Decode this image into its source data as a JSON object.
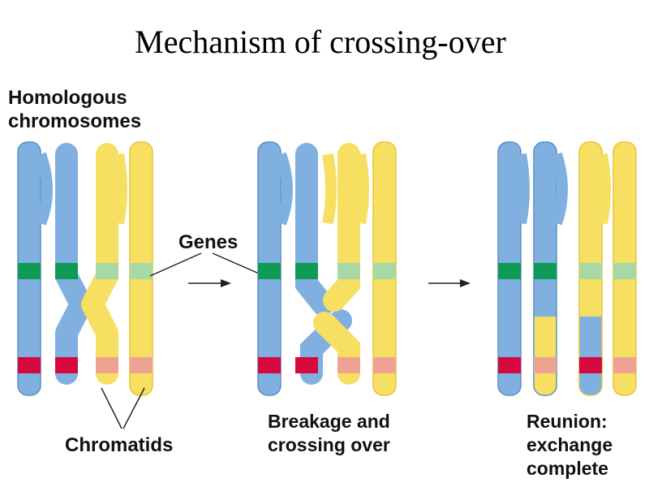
{
  "title": "Mechanism of crossing-over",
  "labels": {
    "homologous_line1": "Homologous",
    "homologous_line2": "chromosomes",
    "genes": "Genes",
    "chromatids": "Chromatids",
    "breakage_line1": "Breakage and",
    "breakage_line2": "crossing over",
    "reunion_line1": "Reunion:",
    "reunion_line2": "exchange",
    "reunion_line3": "complete"
  },
  "colors": {
    "maternal": "#7fb0df",
    "paternal": "#f7df62",
    "gene_green": "#0f9a55",
    "gene_light_green": "#a8d8a6",
    "gene_red": "#d5093f",
    "gene_pink": "#eea392",
    "outline_blue": "#5d8fc4",
    "outline_yellow": "#e6c43c"
  }
}
